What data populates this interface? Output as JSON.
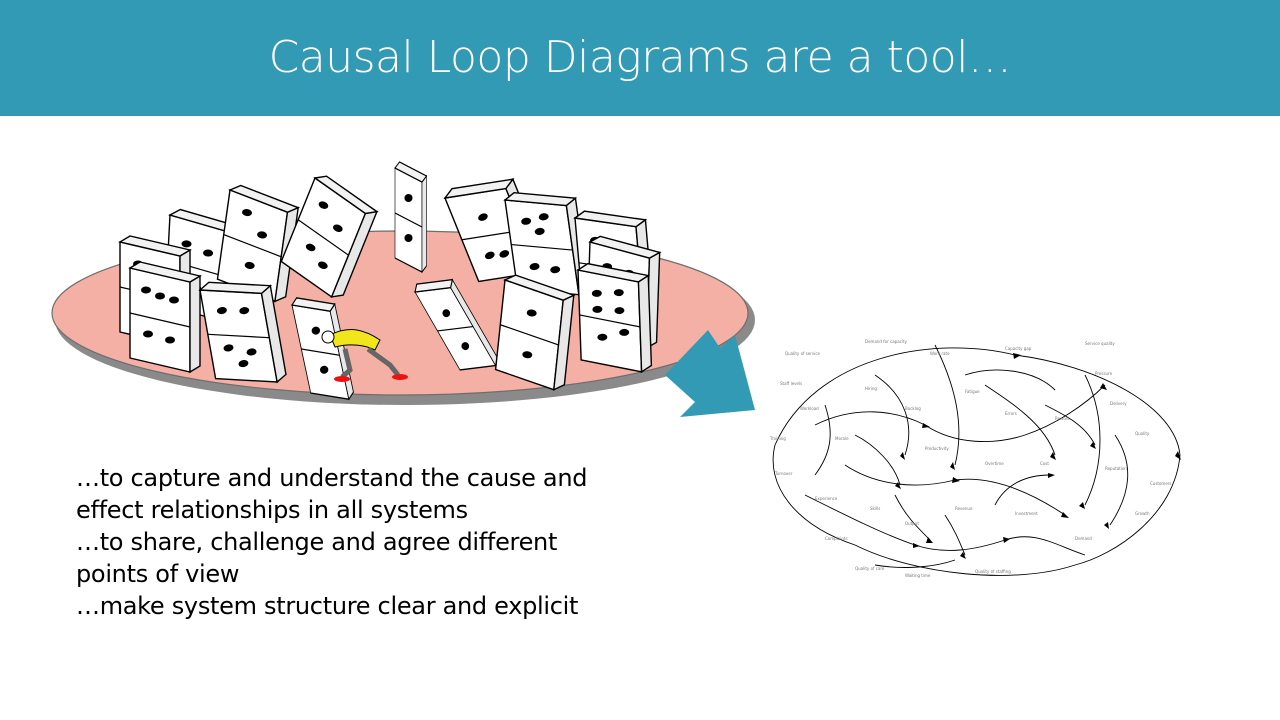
{
  "slide": {
    "title": "Causal Loop Diagrams are a tool…",
    "header_color": "#329ab4",
    "arrow_color": "#329ab4",
    "table_color": "#f4b0a5"
  },
  "body_text": {
    "lines": [
      "…to capture and understand the cause and",
      "effect relationships in all systems",
      "…to share, challenge and agree different",
      "points of view",
      "…make system structure clear and explicit"
    ]
  },
  "images": {
    "dominoes_illustration": "domino-circle-illustration",
    "causal_loop_diagram": "causal-loop-diagram-sketch",
    "arrow_icon": "arrow-icon"
  }
}
